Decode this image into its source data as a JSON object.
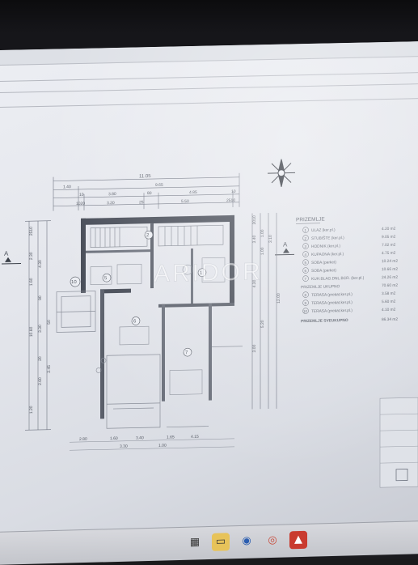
{
  "watermark": "ARIDOR",
  "section_marker": "A",
  "dimensions": {
    "top_total": "11.05",
    "top_row2": [
      "1.40",
      "9.65"
    ],
    "top_row3": [
      "10",
      "3.80",
      "80",
      "4.85",
      "10"
    ],
    "top_row4": [
      "1020",
      "3.20",
      "25",
      "5.50",
      "2510"
    ],
    "left_side": [
      "2510",
      "2.30",
      "4.30",
      "1.60",
      "90",
      "10.60",
      "3.30",
      "50",
      "20",
      "2.60",
      "3.45",
      "1.20"
    ],
    "right_side": [
      "2010",
      "3.40",
      "1.00",
      "1.00",
      "3.10",
      "12.00",
      "4.30",
      "3.00",
      "5.20"
    ],
    "bottom": [
      "2.80",
      "1.60",
      "3.40",
      "1.65",
      "4.15",
      "3.30",
      "1.00"
    ]
  },
  "rooms": [
    {
      "num": "1",
      "label": "1"
    },
    {
      "num": "2",
      "label": "2"
    },
    {
      "num": "5",
      "label": "5"
    },
    {
      "num": "6",
      "label": "6"
    },
    {
      "num": "7",
      "label": "7"
    },
    {
      "num": "10",
      "label": "10"
    }
  ],
  "legend": {
    "title": "PRIZEMLJE",
    "items": [
      {
        "num": "1",
        "name": "ULAZ (ker.pl.)",
        "area": "4.20 m2"
      },
      {
        "num": "2",
        "name": "STUBIŠTE (ker.pl.)",
        "area": "9.05 m2"
      },
      {
        "num": "3",
        "name": "HODNIK (ker.pl.)",
        "area": "7.02 m2"
      },
      {
        "num": "4",
        "name": "KUPAONA (ker.pl.)",
        "area": "4.75 m2"
      },
      {
        "num": "5",
        "name": "SOBA (parket)",
        "area": "10.24 m2"
      },
      {
        "num": "6",
        "name": "SOBA (parket)",
        "area": "10.66 m2"
      },
      {
        "num": "7",
        "name": "KUH.BLAG.DNL.BCR. (ker.pl.)",
        "area": "24.26 m2"
      }
    ],
    "subtotal_label": "PRIZEMLJE UKUPNO",
    "subtotal_area": "70.60 m2",
    "terraces": [
      {
        "num": "8",
        "name": "TERASA (prekat.ker.pl.)",
        "area": "3.58 m2"
      },
      {
        "num": "9",
        "name": "TERASA (prekat.ker.pl.)",
        "area": "5.60 m2"
      },
      {
        "num": "10",
        "name": "TERASA (prekat.ker.pl.)",
        "area": "4.10 m2"
      }
    ],
    "total_label": "PRIZEMLJE SVEUKUPNO",
    "total_area": "86.34 m2"
  },
  "taskbar": {
    "icons": [
      "windows-icon",
      "file-explorer-icon",
      "browser-icon",
      "chrome-icon",
      "pdf-icon"
    ]
  }
}
